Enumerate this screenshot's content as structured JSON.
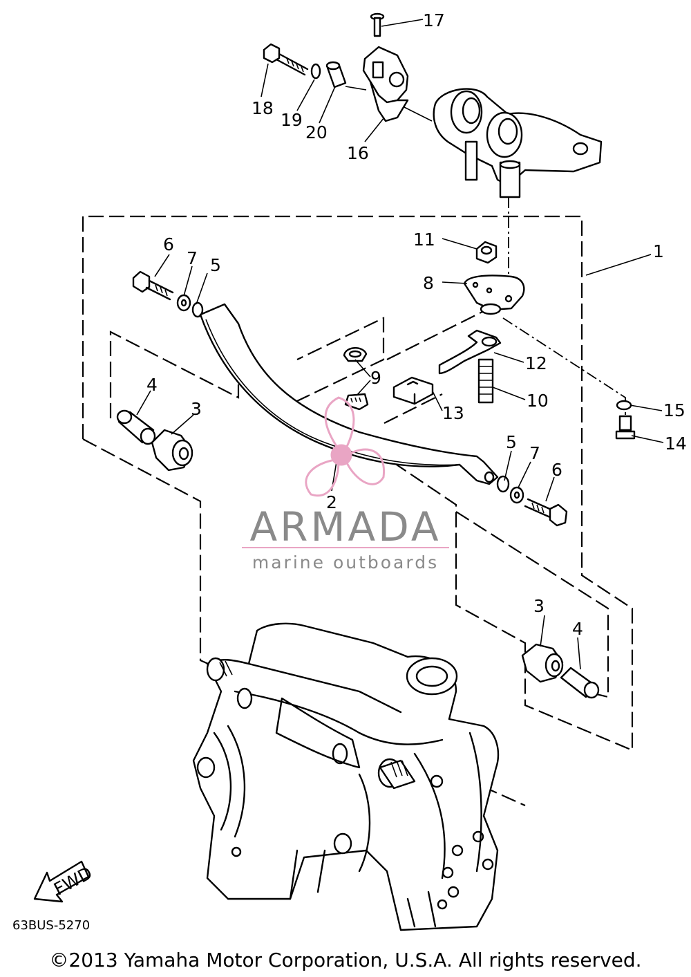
{
  "diagram": {
    "callouts": [
      {
        "id": "c1",
        "label": "1"
      },
      {
        "id": "c2",
        "label": "2"
      },
      {
        "id": "c3a",
        "label": "3"
      },
      {
        "id": "c3b",
        "label": "3"
      },
      {
        "id": "c4a",
        "label": "4"
      },
      {
        "id": "c4b",
        "label": "4"
      },
      {
        "id": "c5a",
        "label": "5"
      },
      {
        "id": "c5b",
        "label": "5"
      },
      {
        "id": "c6a",
        "label": "6"
      },
      {
        "id": "c6b",
        "label": "6"
      },
      {
        "id": "c7a",
        "label": "7"
      },
      {
        "id": "c7b",
        "label": "7"
      },
      {
        "id": "c8",
        "label": "8"
      },
      {
        "id": "c9",
        "label": "9"
      },
      {
        "id": "c10",
        "label": "10"
      },
      {
        "id": "c11",
        "label": "11"
      },
      {
        "id": "c12",
        "label": "12"
      },
      {
        "id": "c13",
        "label": "13"
      },
      {
        "id": "c14",
        "label": "14"
      },
      {
        "id": "c15",
        "label": "15"
      },
      {
        "id": "c16",
        "label": "16"
      },
      {
        "id": "c17",
        "label": "17"
      },
      {
        "id": "c18",
        "label": "18"
      },
      {
        "id": "c19",
        "label": "19"
      },
      {
        "id": "c20",
        "label": "20"
      }
    ],
    "fwd_label": "FWD",
    "part_code": "63BUS-5270"
  },
  "watermark": {
    "title": "ARMADA",
    "subtitle": "marine outboards",
    "colors": {
      "logo": "#e9a5c4",
      "text": "#8a8a8a",
      "rule": "#e9a5c4"
    }
  },
  "copyright": "©2013 Yamaha Motor Corporation, U.S.A. All rights reserved."
}
